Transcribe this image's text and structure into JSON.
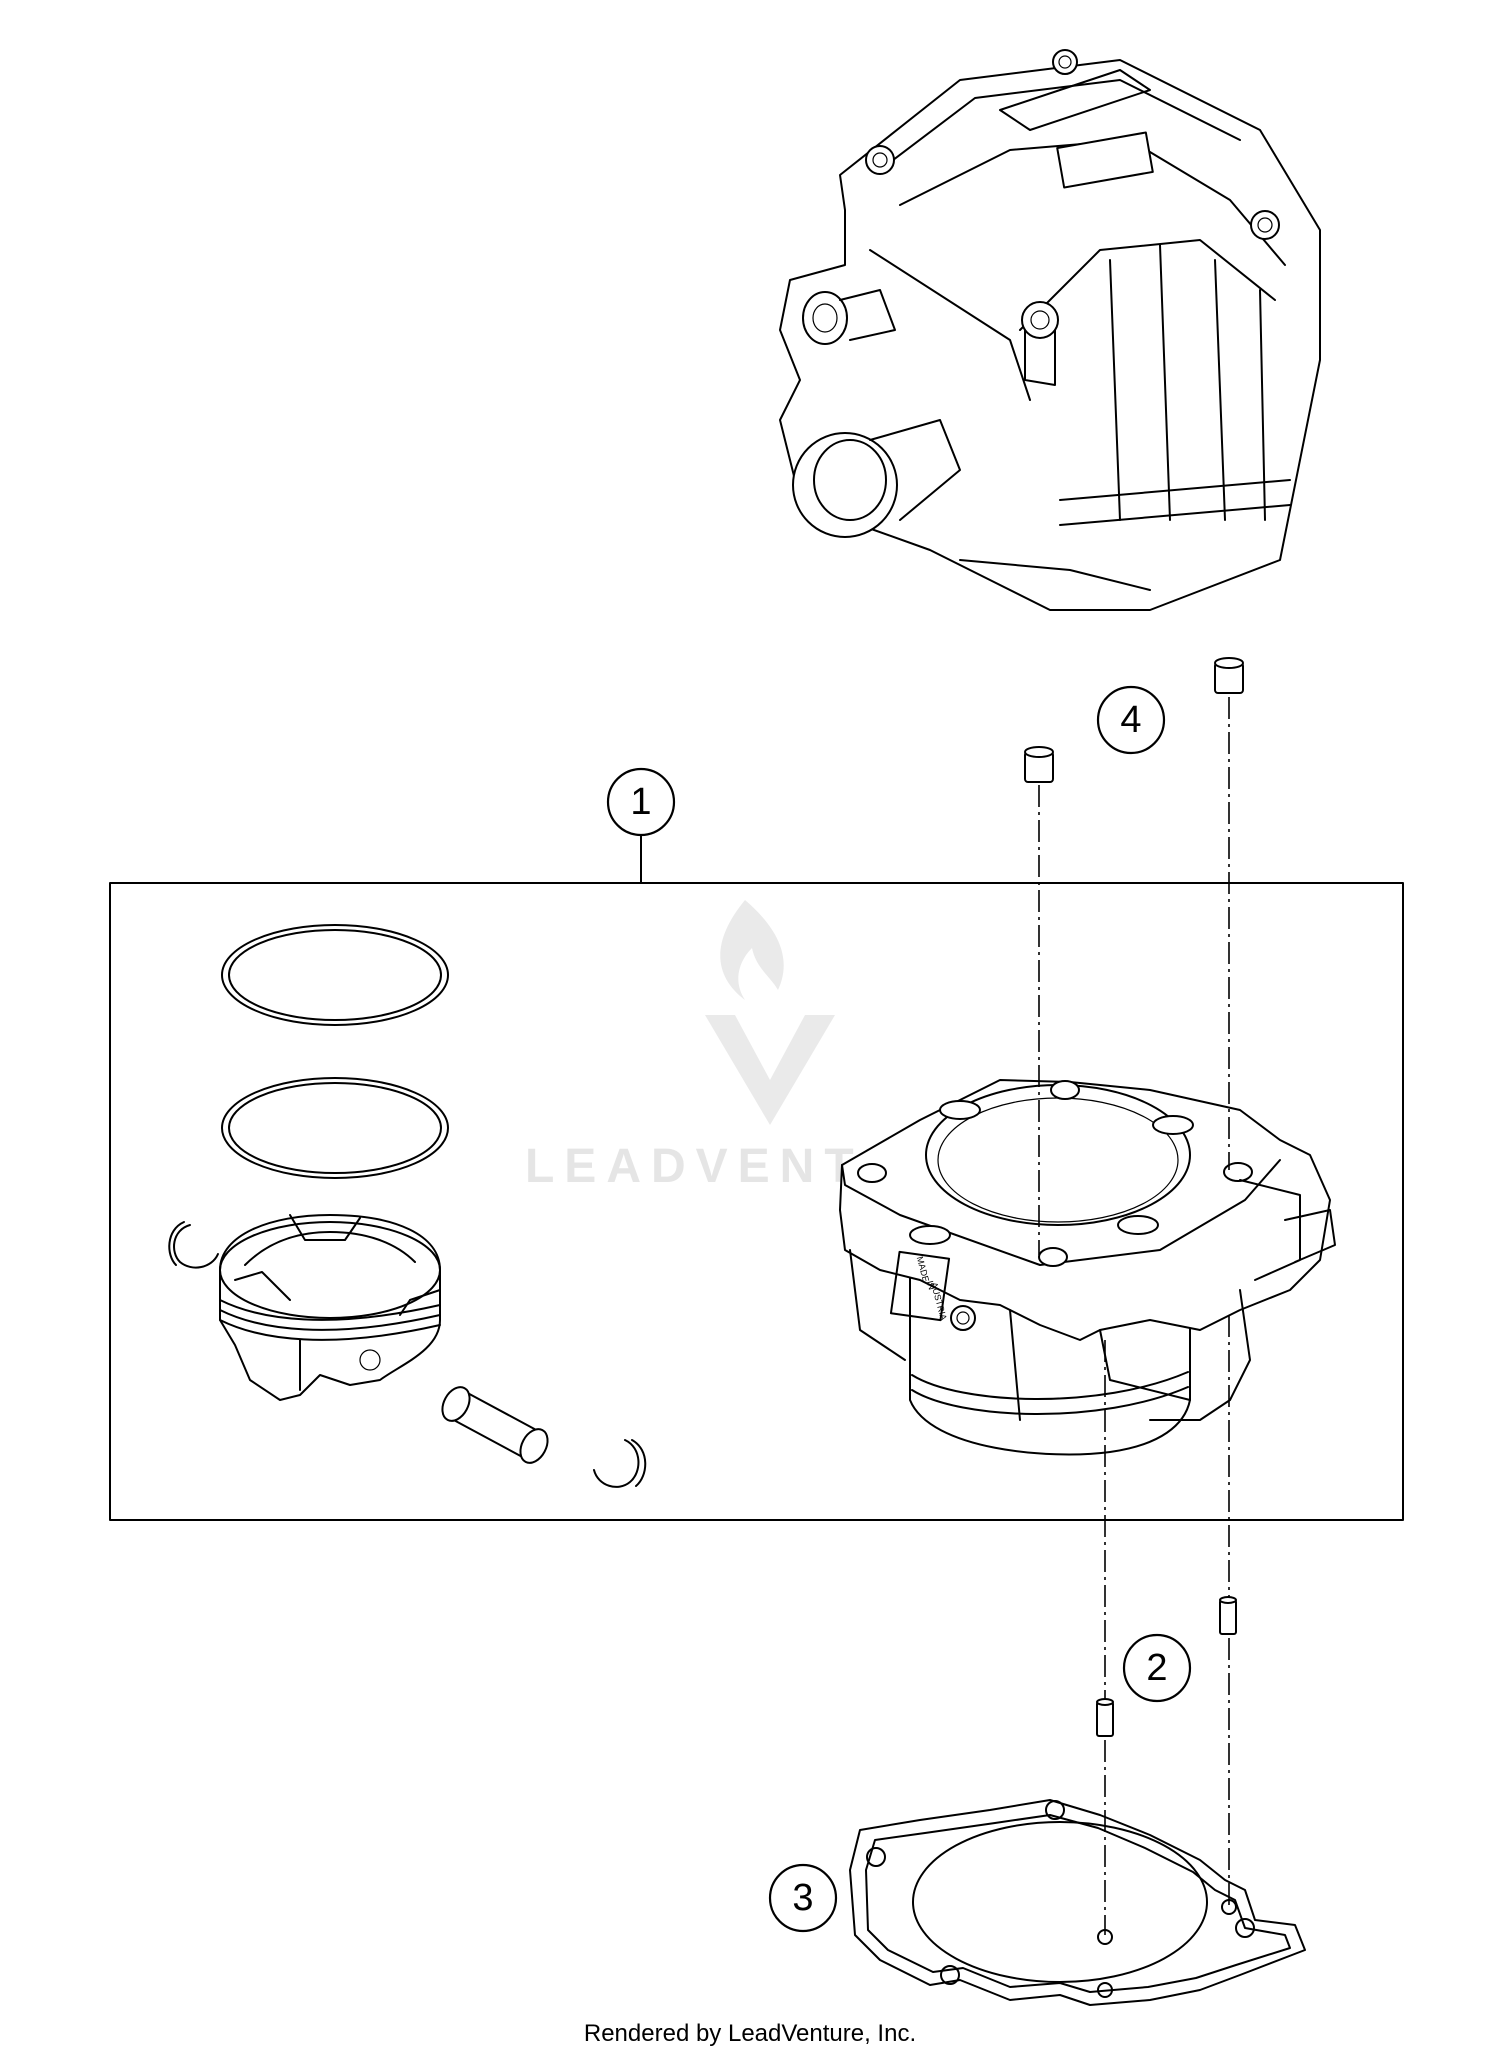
{
  "watermark": {
    "brand": "LEADVENTURE"
  },
  "callouts": [
    {
      "id": "1",
      "label": "1"
    },
    {
      "id": "2",
      "label": "2"
    },
    {
      "id": "3",
      "label": "3"
    },
    {
      "id": "4",
      "label": "4"
    }
  ],
  "cylinder_stamp": [
    "MADE",
    "IN",
    "AUSTRIA"
  ],
  "footer": {
    "text": "Rendered by LeadVenture, Inc."
  }
}
